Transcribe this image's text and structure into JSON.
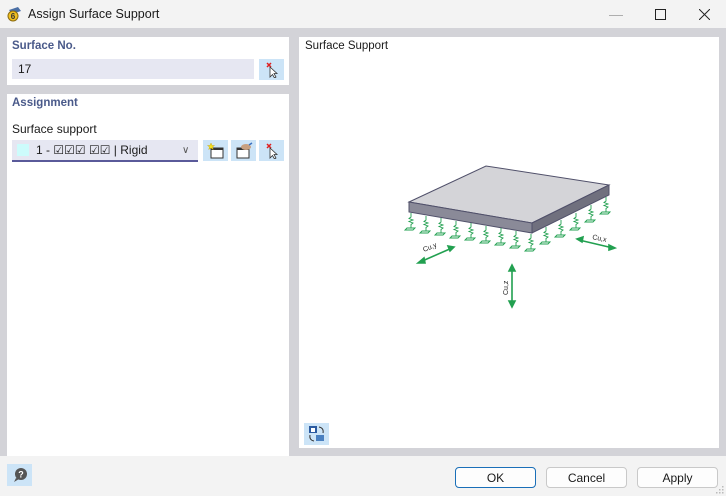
{
  "window": {
    "title": "Assign Surface Support",
    "controls": {
      "minimize": "minimize-icon",
      "maximize": "maximize-icon",
      "close": "close-icon"
    }
  },
  "surface_section": {
    "title": "Surface No.",
    "value": "17",
    "pick_button_icon": "pick-cursor-icon"
  },
  "assignment_section": {
    "title": "Assignment",
    "surface_support_label": "Surface support",
    "surface_support_selected": "1 - ☑☑☑  ☑☑ | Rigid",
    "swatch_color": "#cdfcfc",
    "buttons": [
      "new-icon",
      "edit-icon",
      "pick-cursor-icon"
    ]
  },
  "preview": {
    "title": "Surface Support",
    "labels": {
      "x": "Cu,x",
      "y": "Cu,y",
      "z": "Cu,z"
    },
    "toggle_button_icon": "view-switch-icon"
  },
  "footer": {
    "help_icon": "help-icon",
    "ok": "OK",
    "cancel": "Cancel",
    "apply": "Apply"
  },
  "colors": {
    "section_title": "#4a5a8a",
    "button_bg": "#cce4f7",
    "field_bg": "#e6e7f2",
    "spring_green": "#22a050",
    "ok_border": "#1a6fb8"
  }
}
